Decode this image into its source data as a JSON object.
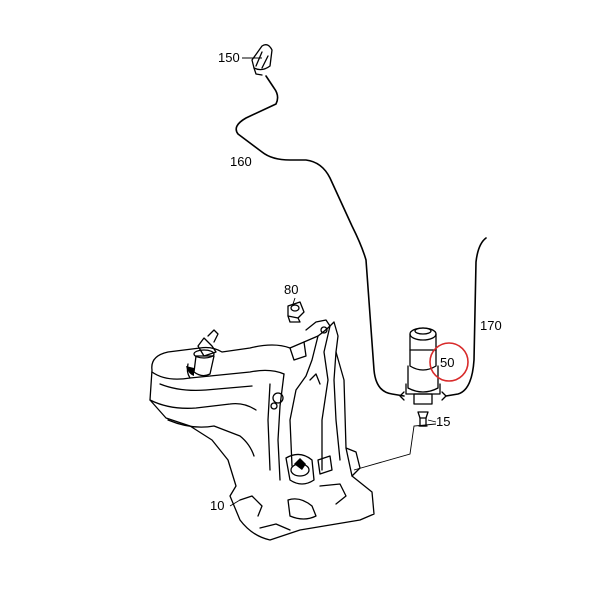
{
  "parts": [
    {
      "id": "150",
      "label": "150"
    },
    {
      "id": "160",
      "label": "160"
    },
    {
      "id": "80",
      "label": "80"
    },
    {
      "id": "170",
      "label": "170"
    },
    {
      "id": "50",
      "label": "50"
    },
    {
      "id": "15",
      "label": "15"
    },
    {
      "id": "10",
      "label": "10"
    }
  ],
  "highlight_color": "#d82a2a"
}
